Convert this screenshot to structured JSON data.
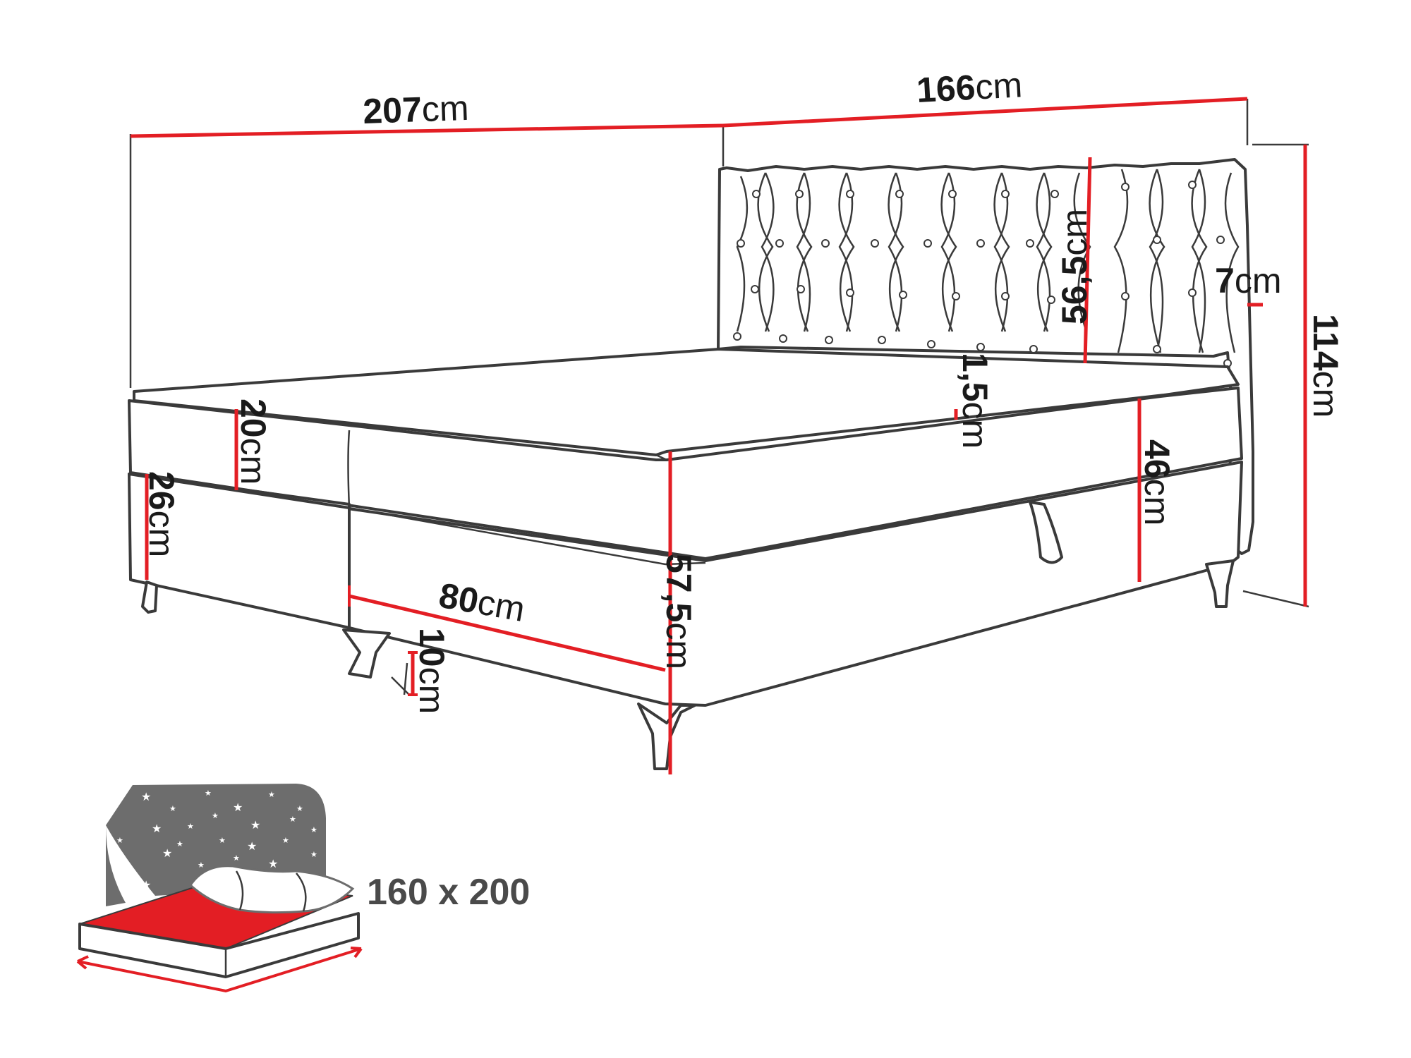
{
  "colors": {
    "dimension": "#e31e24",
    "outline": "#3a3a3a",
    "icon_fill": "#6d6d6d",
    "mattress": "#e31e24"
  },
  "dimensions": {
    "total_length": {
      "value": "207",
      "unit": "cm"
    },
    "headboard_width": {
      "value": "166",
      "unit": "cm"
    },
    "headboard_height": {
      "value": "56,5",
      "unit": "cm"
    },
    "headboard_thickness": {
      "value": "7",
      "unit": "cm"
    },
    "total_height": {
      "value": "114",
      "unit": "cm"
    },
    "topper_height": {
      "value": "1,5",
      "unit": "cm"
    },
    "mattress_height": {
      "value": "20",
      "unit": "cm"
    },
    "box_height": {
      "value": "26",
      "unit": "cm"
    },
    "side_height": {
      "value": "46",
      "unit": "cm"
    },
    "foot_height": {
      "value": "57,5",
      "unit": "cm"
    },
    "box_width": {
      "value": "80",
      "unit": "cm"
    },
    "leg_height": {
      "value": "10",
      "unit": "cm"
    }
  },
  "sleeping_area": {
    "label": "160 x 200"
  },
  "icons": [
    "bed-diagram-icon",
    "night-sky-icon",
    "pillow-icon",
    "mattress-icon"
  ]
}
